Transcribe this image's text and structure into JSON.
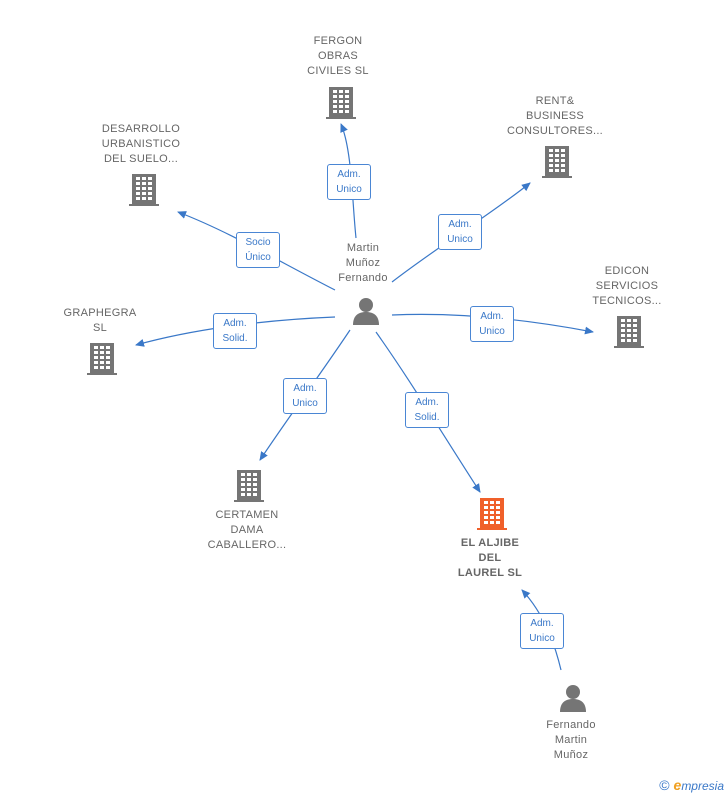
{
  "colors": {
    "edge": "#3a78c8",
    "building": "#757575",
    "building_highlight": "#f0602a",
    "person": "#757575"
  },
  "nodes": {
    "center": {
      "label": "Martin\nMuñoz\nFernando",
      "icon": "person-icon"
    },
    "fergon": {
      "label": "FERGON\nOBRAS\nCIVILES SL",
      "icon": "building-icon"
    },
    "desarrollo": {
      "label": "DESARROLLO\nURBANISTICO\nDEL SUELO...",
      "icon": "building-icon"
    },
    "rent": {
      "label": "RENT&\nBUSINESS\nCONSULTORES...",
      "icon": "building-icon"
    },
    "edicon": {
      "label": "EDICON\nSERVICIOS\nTECNICOS...",
      "icon": "building-icon"
    },
    "graphegra": {
      "label": "GRAPHEGRA\nSL",
      "icon": "building-icon"
    },
    "certamen": {
      "label": "CERTAMEN\nDAMA\nCABALLERO...",
      "icon": "building-icon"
    },
    "aljibe": {
      "label": "EL ALJIBE\nDEL\nLAUREL  SL",
      "icon": "building-icon"
    },
    "fernando": {
      "label": "Fernando\nMartin\nMuñoz",
      "icon": "person-icon"
    }
  },
  "edges": {
    "fergon": "Adm.\nUnico",
    "desarrollo": "Socio\nÚnico",
    "rent": "Adm.\nUnico",
    "edicon": "Adm.\nUnico",
    "graphegra": "Adm.\nSolid.",
    "certamen": "Adm.\nUnico",
    "aljibe": "Adm.\nSolid.",
    "fernando": "Adm.\nUnico"
  },
  "watermark": {
    "copyright": "©",
    "brand_e": "e",
    "brand_rest": "mpresia"
  }
}
